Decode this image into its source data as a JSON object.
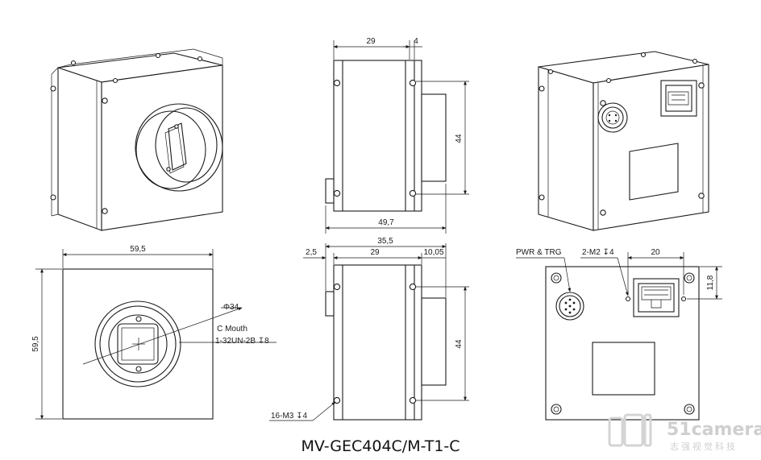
{
  "title": "MV-GEC404C/M-T1-C",
  "watermark": {
    "logo_text": "51camera",
    "tagline": "志强视觉科技"
  },
  "dimensions": {
    "side_top_29": "29",
    "side_top_4": "4",
    "side_height_44": "44",
    "side_bottom_49_7": "49,7",
    "front_width": "59,5",
    "front_height": "59,5",
    "lens_diameter": "Φ34",
    "mount_label": "C Mouth",
    "mount_thread": "1-32UN-2B ↧8",
    "lower_overall_35_5": "35,5",
    "lower_left_2_5": "2,5",
    "lower_mid_29": "29",
    "lower_right_10_05": "10,05",
    "lower_height_44": "44",
    "lower_screw_note": "16-M3 ↧4",
    "pwr_trg": "PWR & TRG",
    "m2_note": "2-M2 ↧4",
    "back_20": "20",
    "back_11_8": "11,8"
  },
  "colors": {
    "line": "#1a1a1a",
    "watermark": "#cfcfcf"
  }
}
